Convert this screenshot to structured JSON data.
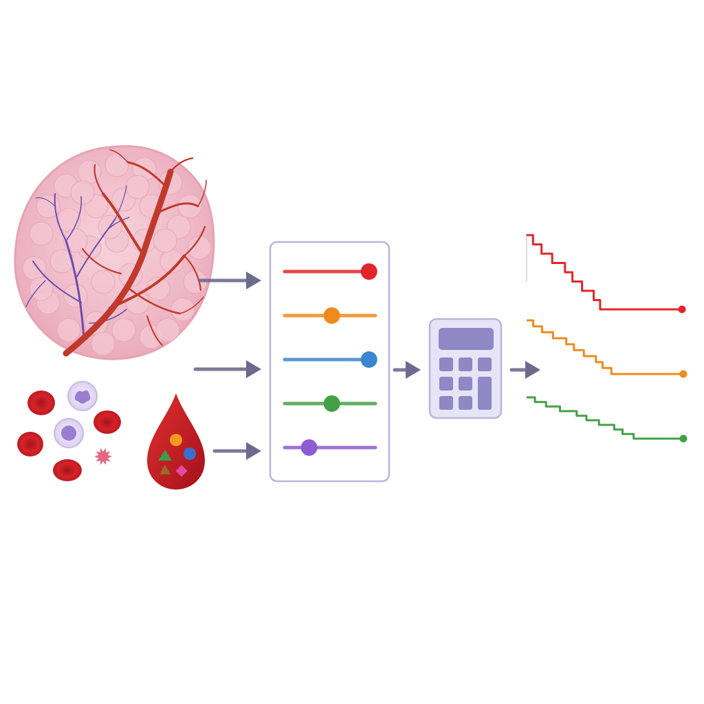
{
  "diagram": {
    "inputs": [
      {
        "id": "tumor-tissue",
        "icon": "tumor-tissue-icon"
      },
      {
        "id": "blood-cells",
        "icon": "blood-cells-icon"
      },
      {
        "id": "blood-drop",
        "icon": "blood-drop-biomarkers-icon"
      }
    ],
    "panel": {
      "icon": "biomarker-panel-icon",
      "sliders": [
        {
          "color": "#e0262a",
          "level": 0.93
        },
        {
          "color": "#f08a1c",
          "level": 0.52
        },
        {
          "color": "#3a86d0",
          "level": 0.93
        },
        {
          "color": "#43a047",
          "level": 0.52
        },
        {
          "color": "#8e5bd4",
          "level": 0.27
        }
      ]
    },
    "calculator": {
      "icon": "calculator-icon"
    },
    "outputs": {
      "icon": "survival-curves-icon",
      "curves": [
        {
          "color": "#e0262a"
        },
        {
          "color": "#f08a1c"
        },
        {
          "color": "#43a047"
        }
      ]
    },
    "colors": {
      "arrow": "#6e6a8e",
      "panel_border": "#b9b4dc",
      "calculator_body": "#e6e4f6",
      "calculator_keys": "#8f88c4"
    }
  }
}
